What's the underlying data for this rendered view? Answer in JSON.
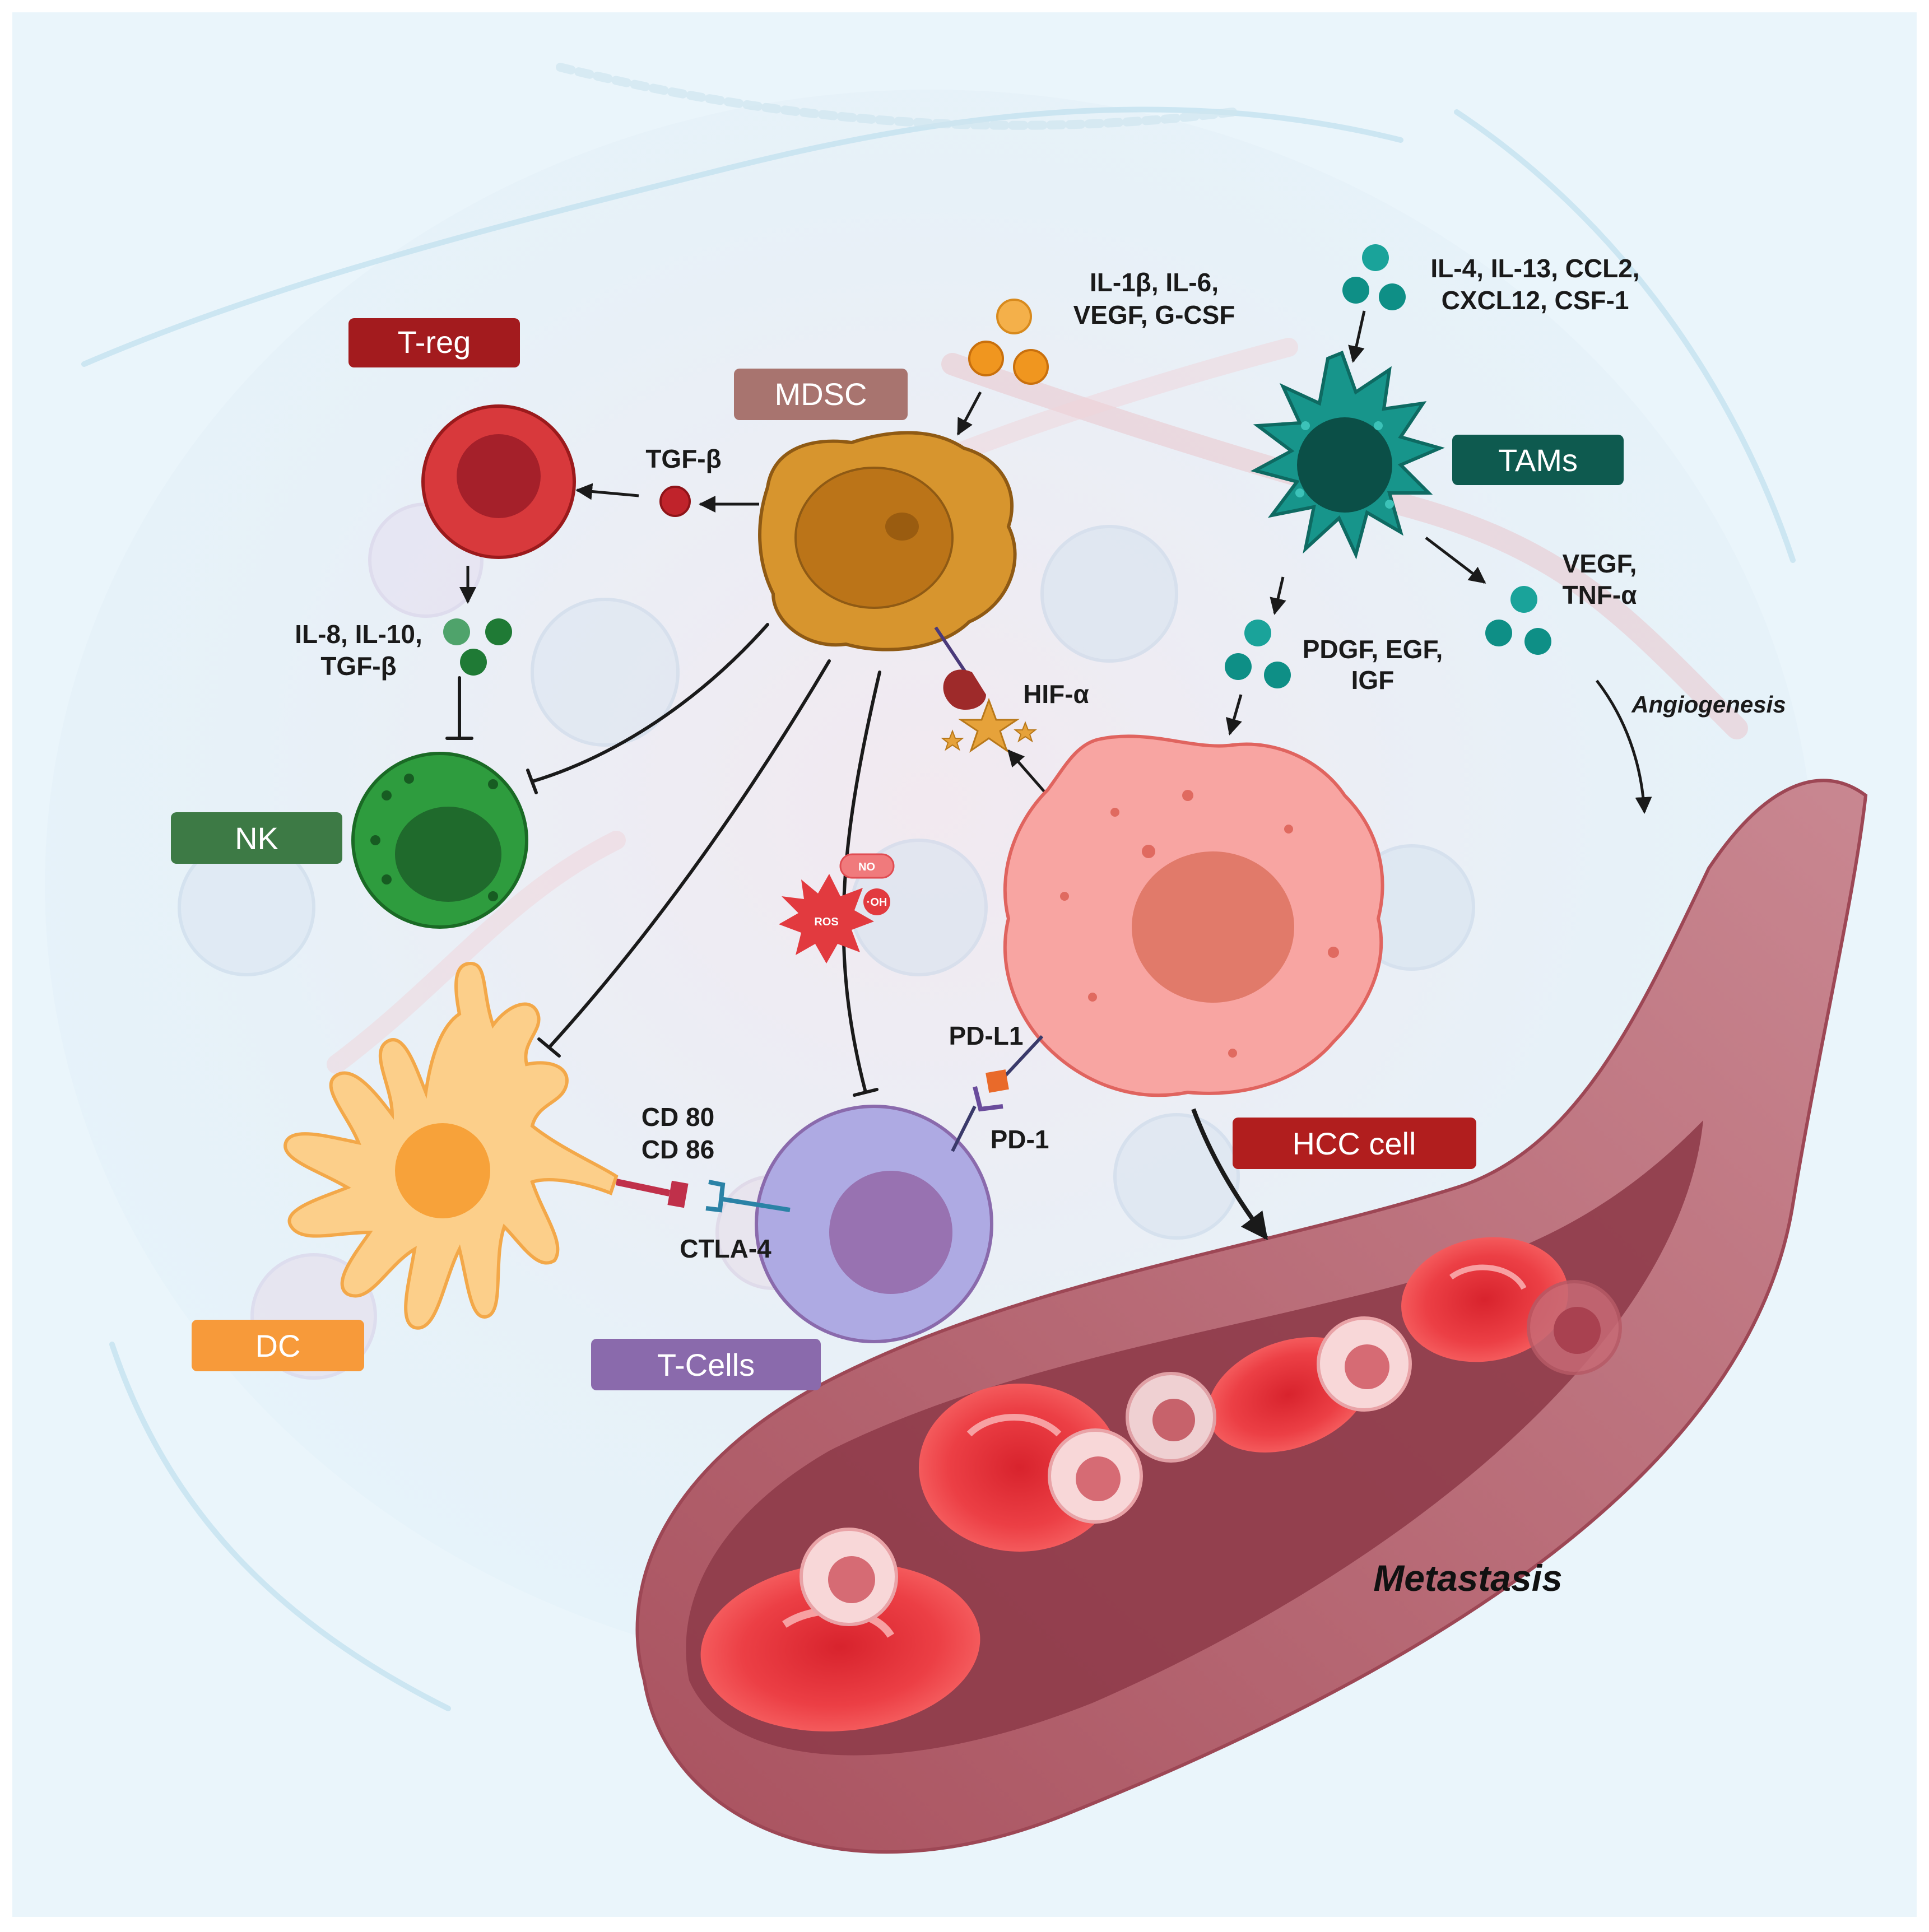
{
  "colors": {
    "background": "#edf6fb",
    "treg": "#a31b1e",
    "mdsc": "#a8746f",
    "tams": "#0e5a4f",
    "nk": "#3d7a45",
    "dc": "#f79a3a",
    "tcells": "#8a6aac",
    "hcc": "#b11e1e",
    "vessel": "#b5626d"
  },
  "cell_labels": {
    "treg": "T-reg",
    "mdsc": "MDSC",
    "tams": "TAMs",
    "nk": "NK",
    "dc": "DC",
    "tcells": "T-Cells",
    "hcc": "HCC cell"
  },
  "molecule_labels": {
    "mdsc_factors_1": "IL-1β, IL-6,",
    "mdsc_factors_2": "VEGF, G-CSF",
    "tam_factors_1": "IL-4, IL-13, CCL2,",
    "tam_factors_2": "CXCL12, CSF-1",
    "tgf_beta": "TGF-β",
    "treg_factors_1": "IL-8, IL-10,",
    "treg_factors_2": "TGF-β",
    "hif": "HIF-α",
    "growth_factors_1": "PDGF, EGF,",
    "growth_factors_2": "IGF",
    "vegf_tnf_1": "VEGF,",
    "vegf_tnf_2": "TNF-α",
    "pdl1": "PD-L1",
    "pd1": "PD-1",
    "cd80": "CD 80",
    "cd86": "CD 86",
    "ctla4": "CTLA-4",
    "ros": "ROS",
    "no": "NO",
    "oh": "·OH"
  },
  "process_labels": {
    "angiogenesis": "Angiogenesis",
    "metastasis": "Metastasis"
  }
}
